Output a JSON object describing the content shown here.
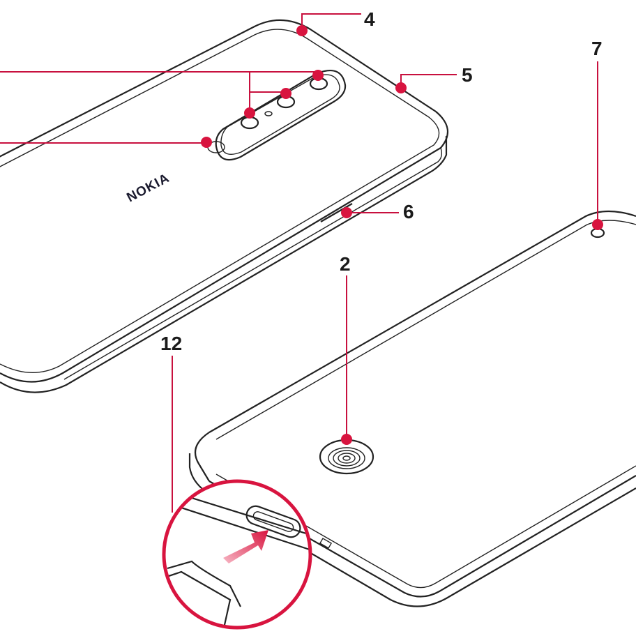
{
  "diagram": {
    "brand_logo": "NOKIA",
    "callouts": [
      {
        "id": "4",
        "label": "4"
      },
      {
        "id": "5",
        "label": "5"
      },
      {
        "id": "7",
        "label": "7"
      },
      {
        "id": "6",
        "label": "6"
      },
      {
        "id": "2",
        "label": "2"
      },
      {
        "id": "12",
        "label": "12"
      }
    ],
    "colors": {
      "accent": "#d8143f",
      "line": "#222222"
    }
  }
}
